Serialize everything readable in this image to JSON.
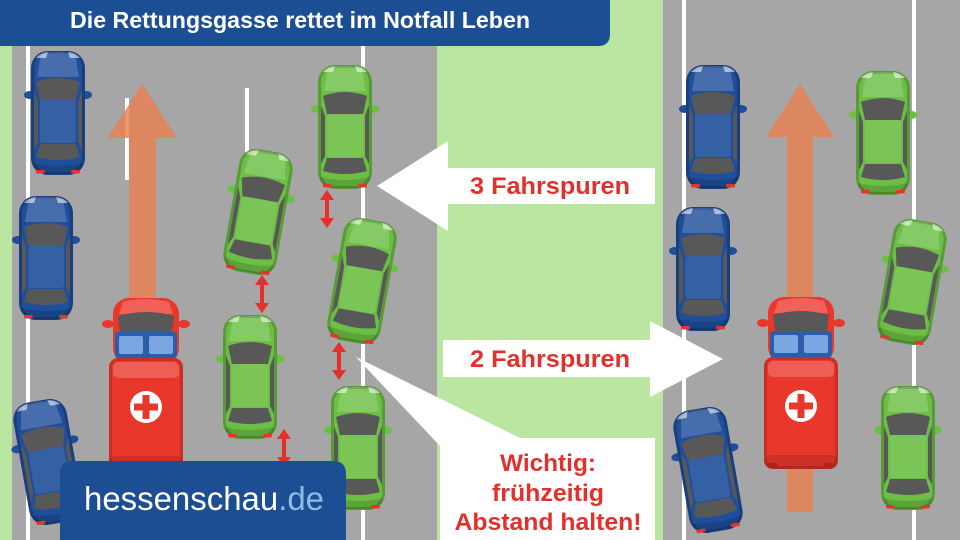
{
  "header": {
    "title": "Die Rettungsgasse rettet im Notfall Leben"
  },
  "labels": {
    "three_lanes": "3 Fahrspuren",
    "two_lanes": "2 Fahrspuren"
  },
  "callout": {
    "lines": [
      "Wichtig:",
      "frühzeitig",
      "Abstand halten!"
    ]
  },
  "logo": {
    "name": "hessenschau",
    "tld": ".de"
  },
  "icons": {
    "ambulance_emblem": "red-cross-icon",
    "gap_marker": "double-arrow-icon"
  },
  "colors": {
    "brand_blue": "#1b4e93",
    "text_red": "#e3302a",
    "road": "#a6a6a6",
    "verge_green": "#bae6a1",
    "car_blue": "#1f4e9a",
    "car_green": "#6cbf44",
    "ambulance_red": "#e9372c",
    "arrow_orange": "#e8804f",
    "tld_blue": "#8cbcea"
  }
}
